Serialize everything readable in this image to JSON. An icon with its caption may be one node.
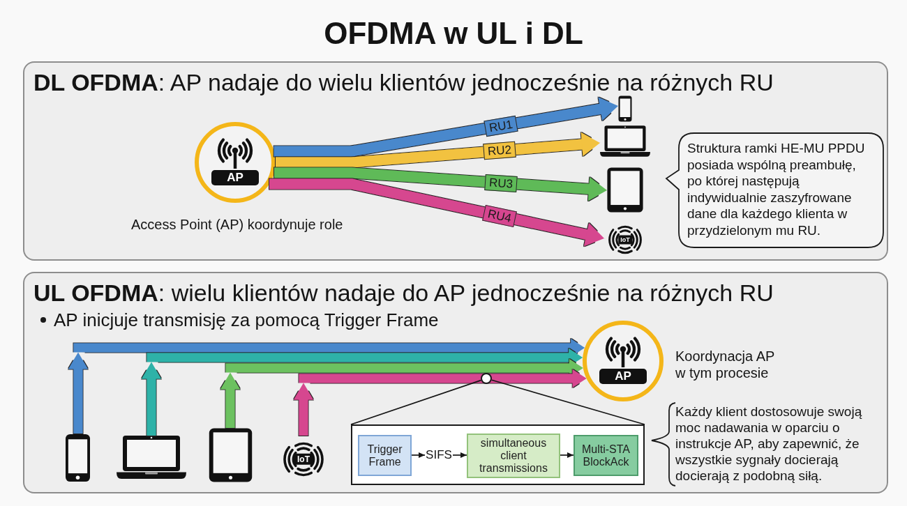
{
  "diagram": {
    "title": "OFDMA w UL i DL",
    "nodes": [
      {
        "text": [
          "**DL OFDMA**: AP nadaje do wielu klientów jednocześnie na różnych RU"
        ]
      },
      {
        "text": [
          "AP"
        ],
        "in": 0,
        "beside": [
          "Access Point (AP) koordynuje role"
        ]
      },
      {
        "text": [],
        "shape": "picture",
        "in": 0
      },
      {
        "text": [],
        "shape": "picture",
        "in": 0
      },
      {
        "text": [],
        "shape": "picture",
        "in": 0
      },
      {
        "text": [
          "IoT"
        ],
        "in": 0
      },
      {
        "text": [
          "Struktura ramki HE-MU PPDU posiada wspólną preambułę, po której następują indywidualnie zaszyfrowane dane dla każdego klienta w przydzielonym mu RU."
        ],
        "in": 0
      },
      {
        "text": [
          "**UL OFDMA**: wielu klientów nadaje do AP jednocześnie na różnych RU",
          "AP inicjuje transmisję za pomocą Trigger Frame"
        ]
      },
      {
        "text": [],
        "shape": "picture",
        "in": 7
      },
      {
        "text": [],
        "shape": "picture",
        "in": 7
      },
      {
        "text": [],
        "shape": "picture",
        "in": 7
      },
      {
        "text": [
          "IoT"
        ],
        "in": 7
      },
      {
        "text": [
          "AP"
        ],
        "in": 7,
        "beside": [
          "Koordynacja AP w tym procesie"
        ]
      },
      {
        "text": [],
        "shape": "circle",
        "in": 7
      },
      {
        "text": [],
        "shape": "box",
        "in": 7
      },
      {
        "text": [
          "Trigger Frame"
        ],
        "in": 14
      },
      {
        "text": [
          "SIFS"
        ],
        "in": 14
      },
      {
        "text": [
          "simultaneous client transmissions"
        ],
        "in": 14
      },
      {
        "text": [
          "Multi-STA BlockAck"
        ],
        "in": 14
      },
      {
        "text": [
          "Każdy klient dostosowuje swoją moc nadawania w oparciu o instrukcje AP, aby zapewnić, że wszystkie sygnały docierają docierają z podobną siłą."
        ],
        "in": 7
      }
    ],
    "edges": [
      {
        "from": 1,
        "to": 2,
        "arrow": "to",
        "label": "RU1",
        "color": "#4a88cc"
      },
      {
        "from": 1,
        "to": 3,
        "arrow": "to",
        "label": "RU2",
        "color": "#f2c23f"
      },
      {
        "from": 1,
        "to": 4,
        "arrow": "to",
        "label": "RU3",
        "color": "#5eba58"
      },
      {
        "from": 1,
        "to": 5,
        "arrow": "to",
        "label": "RU4",
        "color": "#d6468f"
      },
      {
        "from": 8,
        "to": 12,
        "arrow": "to",
        "color": "#4a88cc"
      },
      {
        "from": 9,
        "to": 12,
        "arrow": "to",
        "color": "#2db2a8"
      },
      {
        "from": 10,
        "to": 12,
        "arrow": "to",
        "color": "#6cc160"
      },
      {
        "from": 11,
        "to": 12,
        "arrow": "to",
        "color": "#d6468f"
      },
      {
        "from": 13,
        "to": 14,
        "arrow": "none"
      },
      {
        "from": 13,
        "to": 14,
        "arrow": "none"
      },
      {
        "from": 15,
        "to": 16,
        "arrow": "to"
      },
      {
        "from": 16,
        "to": 17,
        "arrow": "to"
      },
      {
        "from": 17,
        "to": 18,
        "arrow": "to"
      }
    ]
  }
}
